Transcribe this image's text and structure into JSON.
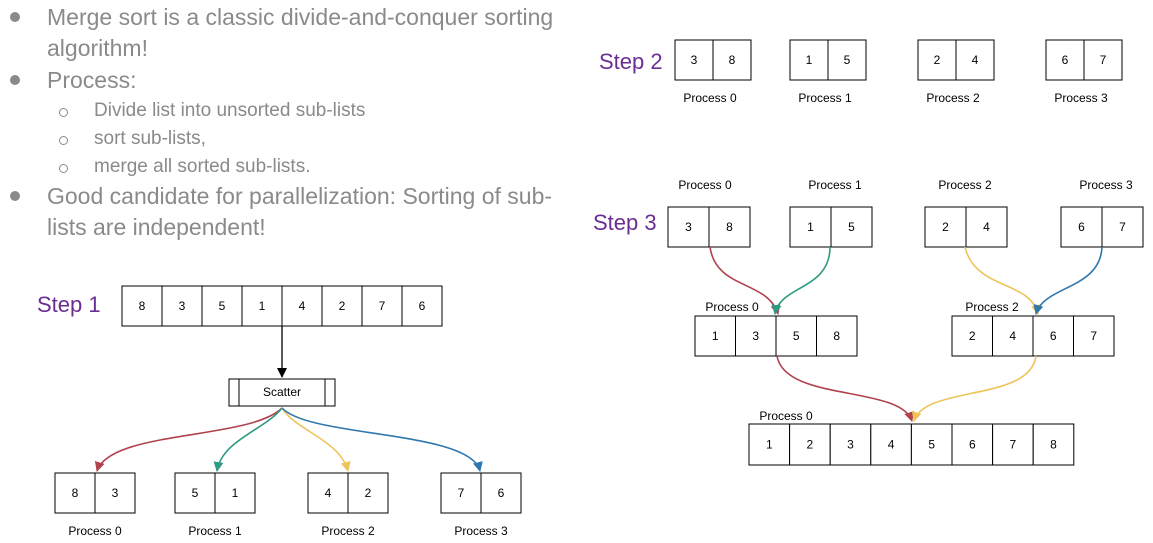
{
  "bullets": [
    {
      "text": "Merge sort is a classic divide-and-conquer sorting algorithm!",
      "sub": []
    },
    {
      "text": "Process:",
      "sub": [
        "Divide list into unsorted sub-lists",
        "sort sub-lists,",
        "merge all sorted sub-lists."
      ]
    },
    {
      "text": "Good candidate for parallelization: Sorting of sub-lists are independent!",
      "sub": []
    }
  ],
  "steps": {
    "s1": "Step 1",
    "s2": "Step 2",
    "s3": "Step 3"
  },
  "colors": {
    "red": "#b0434e",
    "teal": "#2f9a82",
    "yellow": "#eec45a",
    "blue": "#2f77ad",
    "purple": "#6a2e92"
  },
  "step1": {
    "array": [
      "8",
      "3",
      "5",
      "1",
      "4",
      "2",
      "7",
      "6"
    ],
    "scatter_label": "Scatter",
    "parts": [
      {
        "values": [
          "8",
          "3"
        ],
        "label": "Process 0"
      },
      {
        "values": [
          "5",
          "1"
        ],
        "label": "Process 1"
      },
      {
        "values": [
          "4",
          "2"
        ],
        "label": "Process 2"
      },
      {
        "values": [
          "7",
          "6"
        ],
        "label": "Process 3"
      }
    ]
  },
  "step2": {
    "parts": [
      {
        "values": [
          "3",
          "8"
        ],
        "label": "Process 0"
      },
      {
        "values": [
          "1",
          "5"
        ],
        "label": "Process 1"
      },
      {
        "values": [
          "2",
          "4"
        ],
        "label": "Process 2"
      },
      {
        "values": [
          "6",
          "7"
        ],
        "label": "Process 3"
      }
    ]
  },
  "step3": {
    "parts": [
      {
        "values": [
          "3",
          "8"
        ],
        "label": "Process 0"
      },
      {
        "values": [
          "1",
          "5"
        ],
        "label": "Process 1"
      },
      {
        "values": [
          "2",
          "4"
        ],
        "label": "Process 2"
      },
      {
        "values": [
          "6",
          "7"
        ],
        "label": "Process 3"
      }
    ],
    "merge1": [
      {
        "values": [
          "1",
          "3",
          "5",
          "8"
        ],
        "label": "Process 0"
      },
      {
        "values": [
          "2",
          "4",
          "6",
          "7"
        ],
        "label": "Process 2"
      }
    ],
    "final": {
      "values": [
        "1",
        "2",
        "3",
        "4",
        "5",
        "6",
        "7",
        "8"
      ],
      "label": "Process 0"
    }
  }
}
